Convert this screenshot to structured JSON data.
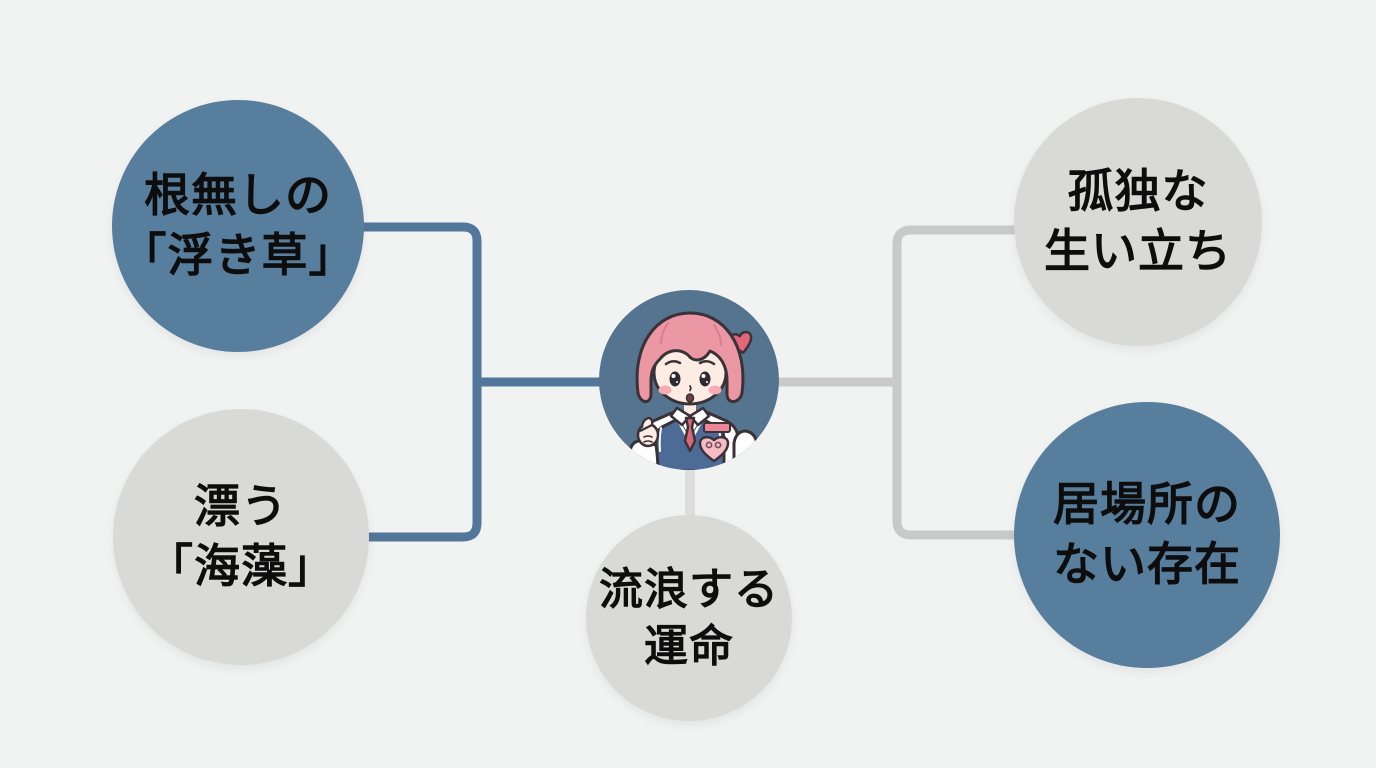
{
  "nodes": {
    "top_left": {
      "line1": "根無しの",
      "line2": "「浮き草」",
      "variant": "blue"
    },
    "bottom_left": {
      "line1": "漂う",
      "line2": "「海藻」",
      "variant": "gray"
    },
    "top_right": {
      "line1": "孤独な",
      "line2": "生い立ち",
      "variant": "gray"
    },
    "bottom_right": {
      "line1": "居場所の",
      "line2": "ない存在",
      "variant": "blue"
    },
    "bottom_center": {
      "line1": "流浪する",
      "line2": "運命",
      "variant": "gray"
    }
  },
  "center": {
    "illustration_name": "girl-finger-heart-illustration"
  },
  "colors": {
    "background": "#f1f2f2",
    "node_blue": "#587e9d",
    "node_gray": "#d9d9d8",
    "connector_blue": "#53779b",
    "connector_gray": "#c9c9c9",
    "connector_light": "#dedede",
    "text": "#0d0d0d",
    "center_circle_blue": "#54748f",
    "hair_pink": "#ec97a4",
    "vest_blue": "#4c6c97",
    "heart_pink": "#e26579"
  }
}
